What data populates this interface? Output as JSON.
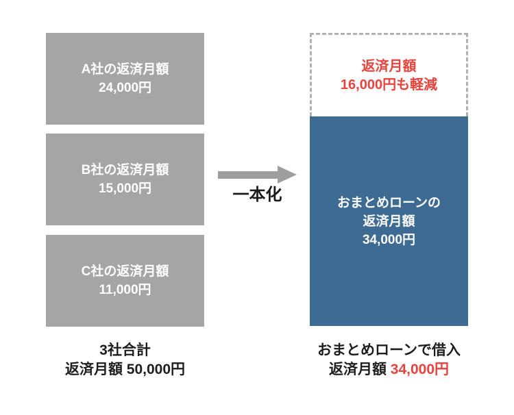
{
  "colors": {
    "box_gray": "#a5a5a5",
    "consolidated_blue": "#3d6b94",
    "accent_red": "#e8423d",
    "dark_text": "#1e1e1e",
    "arrow_gray": "#9e9e9e",
    "dashed_border_gray": "#b1b1b1"
  },
  "left_boxes": [
    {
      "line1": "A社の返済月額",
      "line2": "24,000円"
    },
    {
      "line1": "B社の返済月額",
      "line2": "15,000円"
    },
    {
      "line1": "C社の返済月額",
      "line2": "11,000円"
    }
  ],
  "left_summary": {
    "line1": "3社合計",
    "line2": "返済月額 50,000円"
  },
  "arrow": {
    "label": "一本化"
  },
  "savings_box": {
    "line1": "返済月額",
    "line2": "16,000円も軽減"
  },
  "consolidated_box": {
    "line1": "おまとめローンの",
    "line2": "返済月額",
    "line3": "34,000円"
  },
  "right_summary": {
    "line1": "おまとめローンで借入",
    "line2_prefix": "返済月額 ",
    "line2_amount": "34,000円"
  }
}
